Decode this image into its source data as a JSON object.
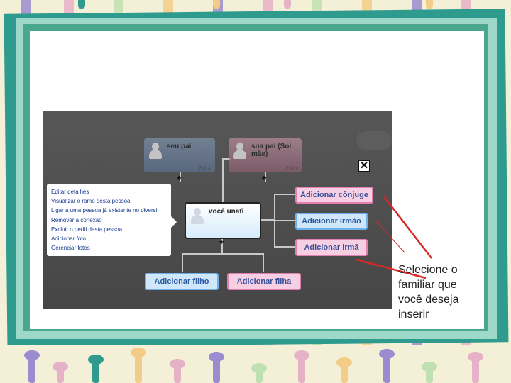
{
  "tree": {
    "father": {
      "name": "seu pai",
      "edit": "Editar"
    },
    "mother": {
      "name": "sua pai (Sol. mãe)",
      "edit": "Editar"
    },
    "you": {
      "name": "você unatì"
    }
  },
  "context_menu": {
    "items": [
      "Editar detalhes",
      "Visualizar o ramo desta pessoa",
      "Ligar a uma pessoa já existente no diversi",
      "Remover a conexão",
      "Excluir o perfil desta pessoa",
      "Adicionar foto",
      "Gerenciar fotos"
    ]
  },
  "add_buttons": {
    "spouse": "Adicionar cônjuge",
    "brother": "Adicionar irmão",
    "sister": "Adicionar irmã",
    "son": "Adicionar filho",
    "daughter": "Adicionar filha"
  },
  "close_label": "✕",
  "caption": "Selecione o familiar que você deseja inserir",
  "colors": {
    "frame": "#2f9a8e",
    "pink_button": "#e27fb0",
    "blue_button": "#6fb0ea",
    "arrow": "#d62828"
  }
}
